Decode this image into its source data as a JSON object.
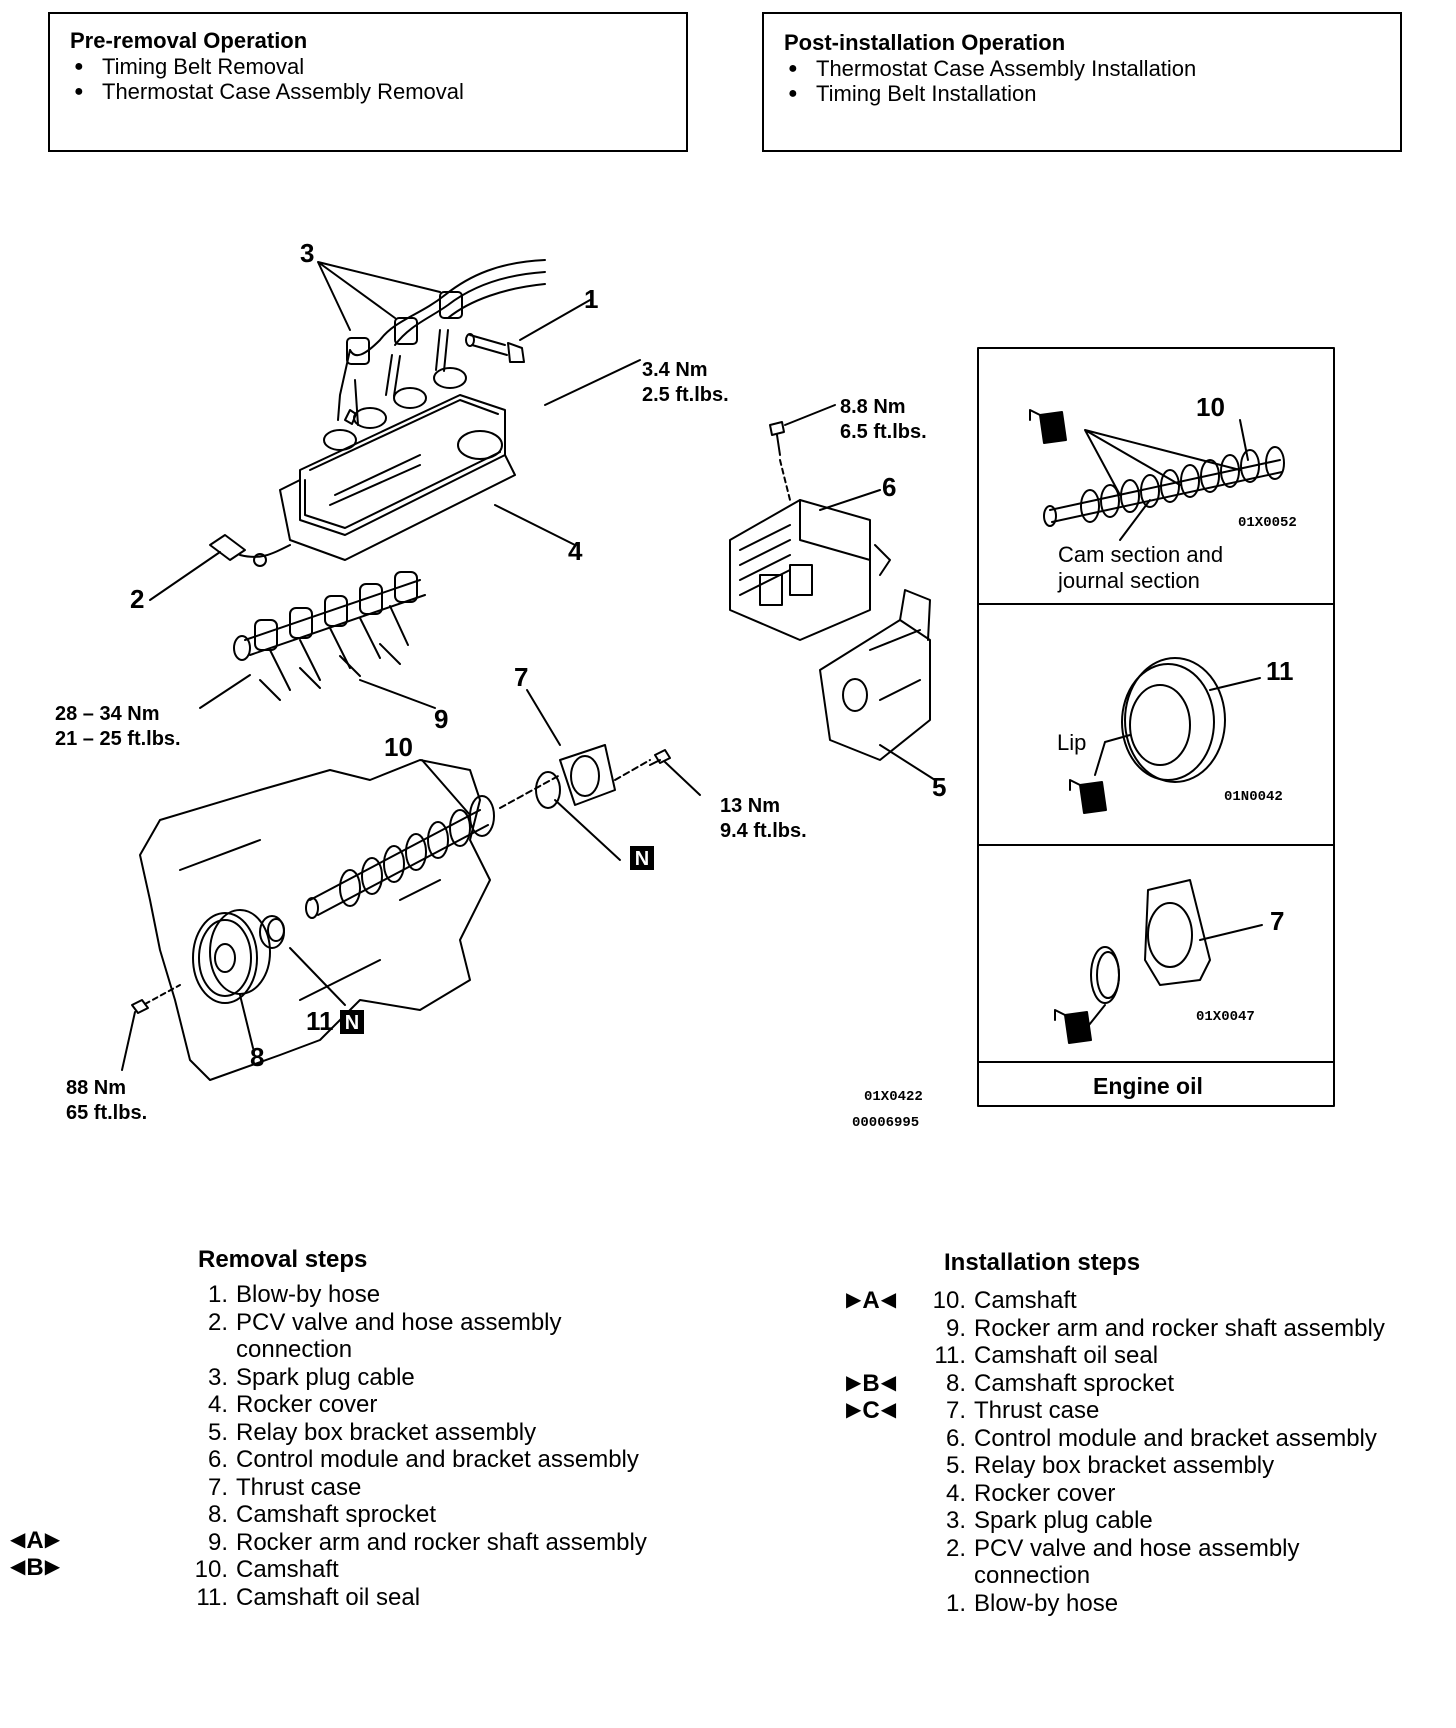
{
  "pre_removal": {
    "title": "Pre-removal Operation",
    "items": [
      "Timing Belt Removal",
      "Thermostat Case Assembly Removal"
    ]
  },
  "post_installation": {
    "title": "Post-installation Operation",
    "items": [
      "Thermostat Case Assembly Installation",
      "Timing Belt Installation"
    ]
  },
  "diagram": {
    "callouts": {
      "c1": "1",
      "c2": "2",
      "c3": "3",
      "c4": "4",
      "c5": "5",
      "c6": "6",
      "c7": "7",
      "c8": "8",
      "c9": "9",
      "c10": "10",
      "c11": "11"
    },
    "torques": {
      "t1a": "3.4 Nm",
      "t1b": "2.5 ft.lbs.",
      "t2a": "8.8 Nm",
      "t2b": "6.5 ft.lbs.",
      "t3a": "28 – 34 Nm",
      "t3b": "21 – 25 ft.lbs.",
      "t4a": "13 Nm",
      "t4b": "9.4 ft.lbs.",
      "t5a": "88 Nm",
      "t5b": "65 ft.lbs."
    },
    "n_mark": "N",
    "codes": {
      "main1": "01X0422",
      "main2": "00006995"
    }
  },
  "detail_panels": {
    "panel1": {
      "callout": "10",
      "code": "01X0052",
      "caption_line1": "Cam section and",
      "caption_line2": "journal section"
    },
    "panel2": {
      "callout": "11",
      "label": "Lip",
      "code": "01N0042"
    },
    "panel3": {
      "callout": "7",
      "code": "01X0047"
    },
    "footer": "Engine oil"
  },
  "removal": {
    "title": "Removal steps",
    "steps": [
      {
        "n": "1.",
        "t": "Blow-by hose"
      },
      {
        "n": "2.",
        "t": "PCV valve and hose assembly connection"
      },
      {
        "n": "3.",
        "t": "Spark plug cable"
      },
      {
        "n": "4.",
        "t": "Rocker cover"
      },
      {
        "n": "5.",
        "t": "Relay box bracket assembly"
      },
      {
        "n": "6.",
        "t": "Control module and bracket assembly"
      },
      {
        "n": "7.",
        "t": "Thrust case"
      },
      {
        "n": "8.",
        "t": "Camshaft sprocket"
      },
      {
        "n": "9.",
        "t": "Rocker arm and rocker shaft assembly"
      },
      {
        "n": "10.",
        "t": "Camshaft"
      },
      {
        "n": "11.",
        "t": "Camshaft oil seal"
      }
    ],
    "marks": [
      "A",
      "B"
    ]
  },
  "installation": {
    "title": "Installation steps",
    "steps": [
      {
        "n": "10.",
        "t": "Camshaft"
      },
      {
        "n": "9.",
        "t": "Rocker arm and rocker shaft assembly"
      },
      {
        "n": "11.",
        "t": "Camshaft oil seal"
      },
      {
        "n": "8.",
        "t": "Camshaft sprocket"
      },
      {
        "n": "7.",
        "t": "Thrust case"
      },
      {
        "n": "6.",
        "t": "Control module and bracket assembly"
      },
      {
        "n": "5.",
        "t": "Relay box bracket assembly"
      },
      {
        "n": "4.",
        "t": "Rocker cover"
      },
      {
        "n": "3.",
        "t": "Spark plug cable"
      },
      {
        "n": "2.",
        "t": "PCV valve and hose assembly connection"
      },
      {
        "n": "1.",
        "t": "Blow-by hose"
      }
    ],
    "marks": [
      "A",
      "B",
      "C"
    ]
  }
}
